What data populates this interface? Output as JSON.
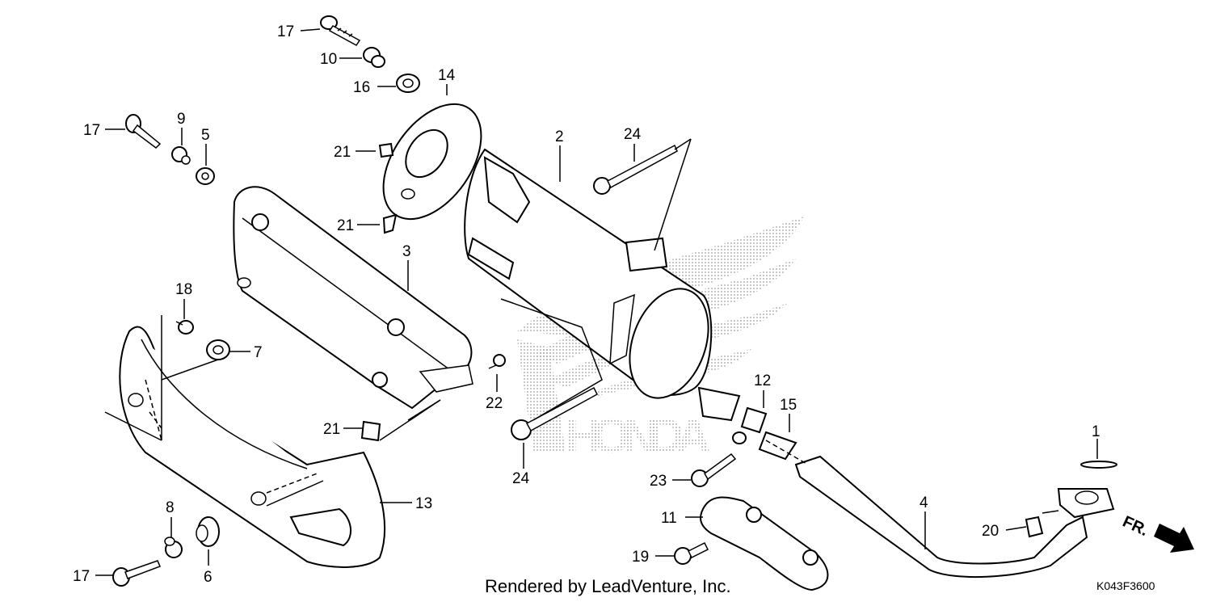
{
  "diagram": {
    "callouts": [
      {
        "id": "c17a",
        "text": "17"
      },
      {
        "id": "c10",
        "text": "10"
      },
      {
        "id": "c16",
        "text": "16"
      },
      {
        "id": "c14",
        "text": "14"
      },
      {
        "id": "c17b",
        "text": "17"
      },
      {
        "id": "c9",
        "text": "9"
      },
      {
        "id": "c5",
        "text": "5"
      },
      {
        "id": "c21a",
        "text": "21"
      },
      {
        "id": "c2",
        "text": "2"
      },
      {
        "id": "c24a",
        "text": "24"
      },
      {
        "id": "c21b",
        "text": "21"
      },
      {
        "id": "c3",
        "text": "3"
      },
      {
        "id": "c18",
        "text": "18"
      },
      {
        "id": "c7",
        "text": "7"
      },
      {
        "id": "c22",
        "text": "22"
      },
      {
        "id": "c12",
        "text": "12"
      },
      {
        "id": "c15",
        "text": "15"
      },
      {
        "id": "c21c",
        "text": "21"
      },
      {
        "id": "c24b",
        "text": "24"
      },
      {
        "id": "c23",
        "text": "23"
      },
      {
        "id": "c1",
        "text": "1"
      },
      {
        "id": "c13",
        "text": "13"
      },
      {
        "id": "c4",
        "text": "4"
      },
      {
        "id": "c11",
        "text": "11"
      },
      {
        "id": "c20",
        "text": "20"
      },
      {
        "id": "c8",
        "text": "8"
      },
      {
        "id": "c19",
        "text": "19"
      },
      {
        "id": "c6",
        "text": "6"
      },
      {
        "id": "c17c",
        "text": "17"
      }
    ],
    "direction_marker": "FR.",
    "footer_credit": "Rendered by LeadVenture, Inc.",
    "diagram_code": "K043F3600",
    "watermark_text": "HONDA"
  }
}
